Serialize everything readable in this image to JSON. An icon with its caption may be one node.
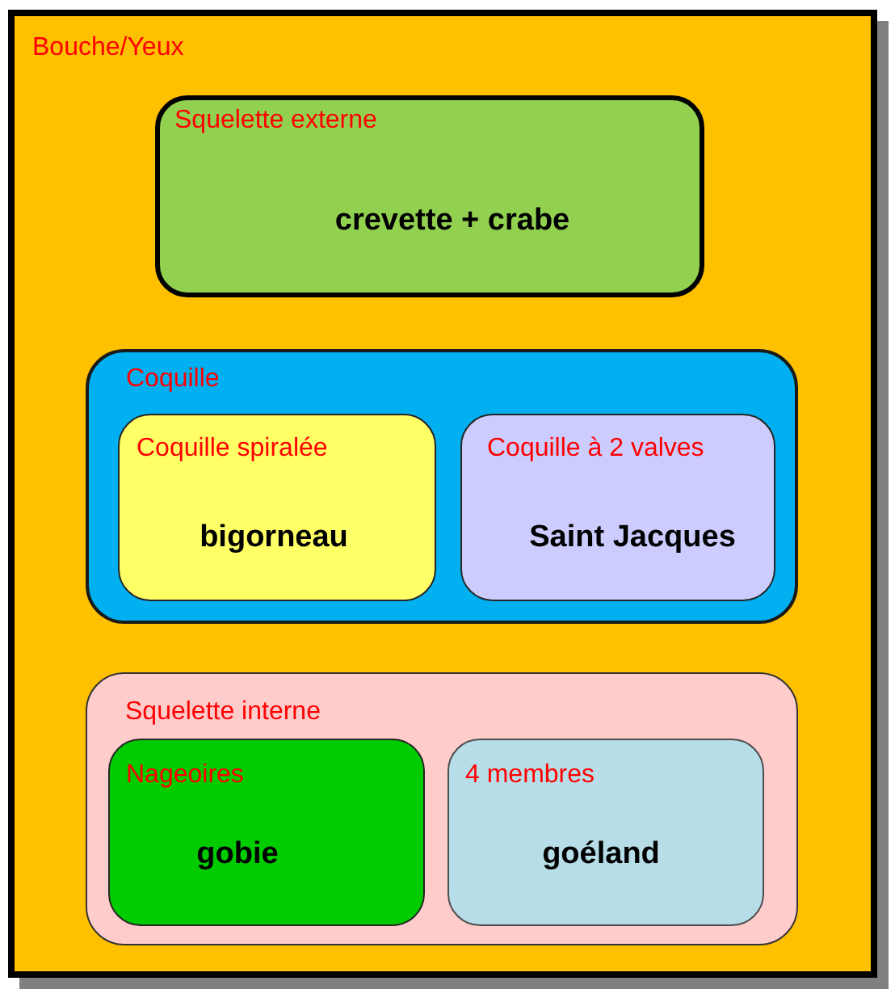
{
  "diagram": {
    "nodes": [
      {
        "text": [
          "Bouche/Yeux"
        ]
      },
      {
        "text": [
          "Squelette externe",
          "crevette + crabe"
        ],
        "in": 0
      },
      {
        "text": [
          "Coquille"
        ],
        "in": 0
      },
      {
        "text": [
          "Coquille spiralée",
          "bigorneau"
        ],
        "in": 2
      },
      {
        "text": [
          "Coquille à 2 valves",
          "Saint Jacques"
        ],
        "in": 2
      },
      {
        "text": [
          "Squelette interne"
        ],
        "in": 0
      },
      {
        "text": [
          "Nageoires",
          "gobie"
        ],
        "in": 5
      },
      {
        "text": [
          "4 membres",
          "goéland"
        ],
        "in": 5
      }
    ]
  }
}
